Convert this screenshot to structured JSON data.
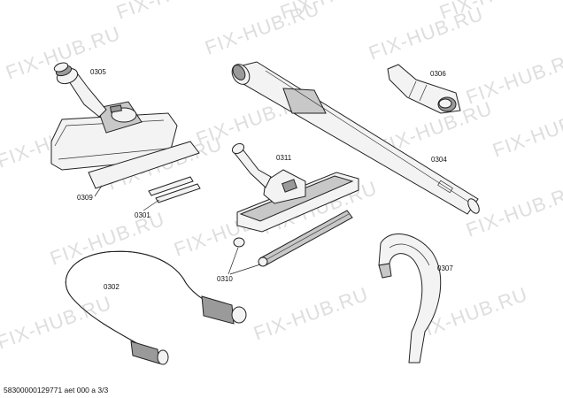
{
  "watermark": {
    "text": "FIX-HUB.RU"
  },
  "parts": [
    {
      "id": "0305",
      "label": "0305"
    },
    {
      "id": "0306",
      "label": "0306"
    },
    {
      "id": "0311",
      "label": "0311"
    },
    {
      "id": "0304",
      "label": "0304"
    },
    {
      "id": "0309",
      "label": "0309"
    },
    {
      "id": "0301",
      "label": "0301"
    },
    {
      "id": "0302",
      "label": "0302"
    },
    {
      "id": "0310",
      "label": "0310"
    },
    {
      "id": "0307",
      "label": "0307"
    }
  ],
  "footer": {
    "text": "58300000129771 aet 000 a 3/3"
  }
}
